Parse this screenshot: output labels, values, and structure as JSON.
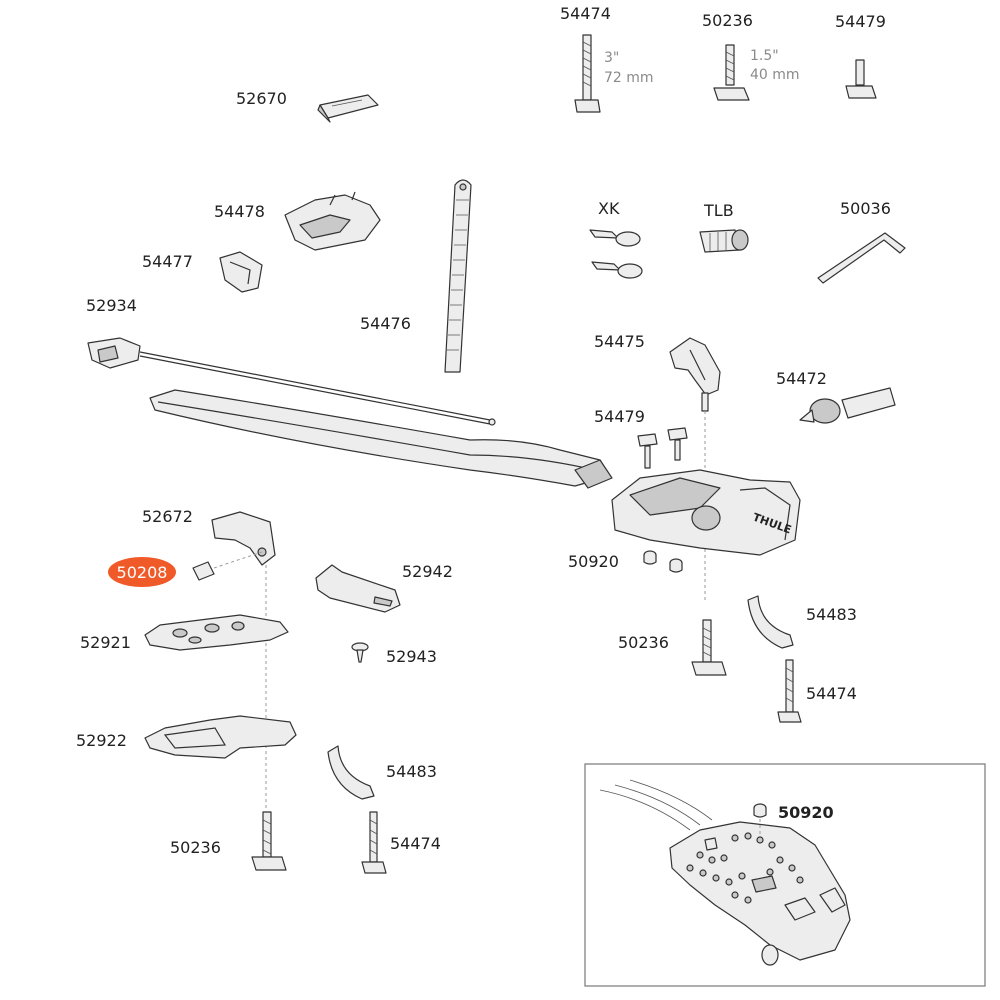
{
  "highlight_color": "#f05a28",
  "labels": {
    "p54474_top": "54474",
    "p50236_top": "50236",
    "p54479_top": "54479",
    "p52670": "52670",
    "p54478": "54478",
    "p54477": "54477",
    "p52934": "52934",
    "p54476": "54476",
    "pXK": "XK",
    "pTLB": "TLB",
    "p50036": "50036",
    "p54475": "54475",
    "p54472": "54472",
    "p54479_mid": "54479",
    "p52672": "52672",
    "p50208": "50208",
    "p52942": "52942",
    "p50920": "50920",
    "p52921": "52921",
    "p52943": "52943",
    "p50236_mid": "50236",
    "p54483_right": "54483",
    "p54474_right": "54474",
    "p52922": "52922",
    "p54483_mid": "54483",
    "p50236_bot": "50236",
    "p54474_bot": "54474",
    "p50920_inset": "50920"
  },
  "dimensions": {
    "bolt_long_in": "3\"",
    "bolt_long_mm": "72 mm",
    "bolt_short_in": "1.5\"",
    "bolt_short_mm": "40 mm"
  },
  "brand_text": "THULE"
}
